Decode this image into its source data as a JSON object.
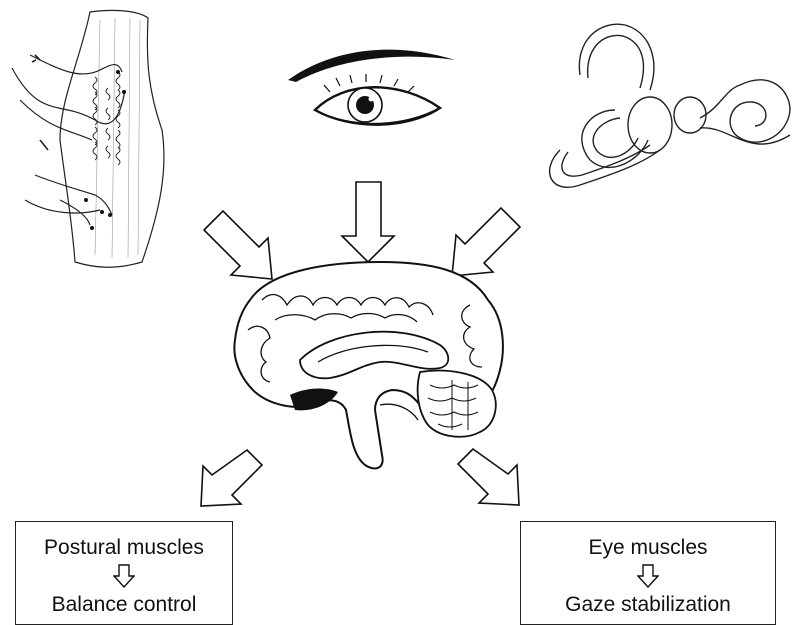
{
  "outputs": {
    "left": {
      "top": "Postural muscles",
      "bottom": "Balance control"
    },
    "right": {
      "top": "Eye muscles",
      "bottom": "Gaze stabilization"
    }
  },
  "icons": {
    "muscle": "muscle-spindle-icon",
    "eye": "eye-icon",
    "ear": "inner-ear-icon",
    "brain": "brain-icon"
  },
  "colors": {
    "stroke": "#111111",
    "background": "#ffffff"
  }
}
